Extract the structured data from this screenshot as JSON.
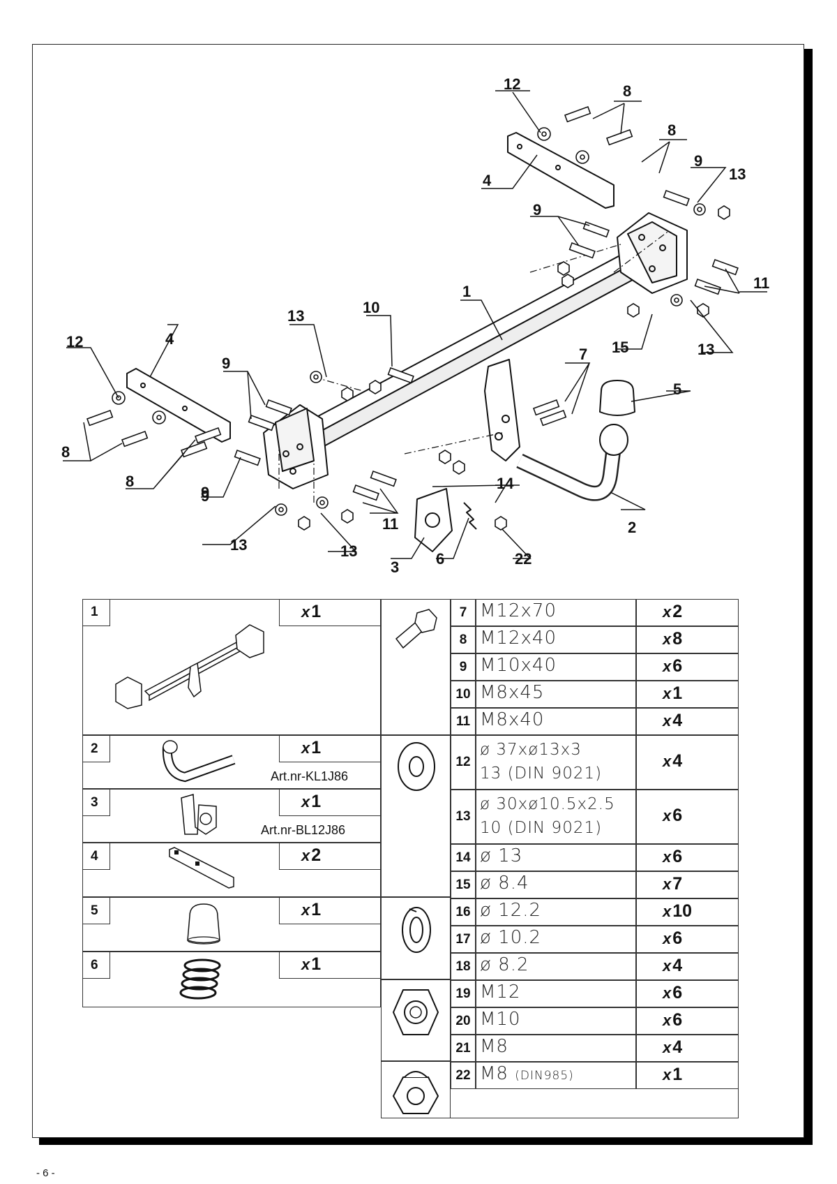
{
  "page_number": "- 6 -",
  "diagram": {
    "callouts": [
      "12",
      "8",
      "8",
      "4",
      "9",
      "13",
      "9",
      "11",
      "1",
      "13",
      "10",
      "15",
      "13",
      "12",
      "4",
      "9",
      "7",
      "5",
      "8",
      "9",
      "8",
      "14",
      "11",
      "9",
      "13",
      "13",
      "3",
      "6",
      "22",
      "2"
    ]
  },
  "parts_left": [
    {
      "num": "1",
      "qty_x": "x",
      "qty": "1",
      "art": ""
    },
    {
      "num": "2",
      "qty_x": "x",
      "qty": "1",
      "art": "Art.nr-KL1J86"
    },
    {
      "num": "3",
      "qty_x": "x",
      "qty": "1",
      "art": "Art.nr-BL12J86"
    },
    {
      "num": "4",
      "qty_x": "x",
      "qty": "2",
      "art": ""
    },
    {
      "num": "5",
      "qty_x": "x",
      "qty": "1",
      "art": ""
    },
    {
      "num": "6",
      "qty_x": "x",
      "qty": "1",
      "art": ""
    }
  ],
  "parts_right": [
    {
      "num": "7",
      "spec": "M12x70",
      "qty_x": "x",
      "qty": "2"
    },
    {
      "num": "8",
      "spec": "M12x40",
      "qty_x": "x",
      "qty": "8"
    },
    {
      "num": "9",
      "spec": "M10x40",
      "qty_x": "x",
      "qty": "6"
    },
    {
      "num": "10",
      "spec": "M8x45",
      "qty_x": "x",
      "qty": "1"
    },
    {
      "num": "11",
      "spec": "M8x40",
      "qty_x": "x",
      "qty": "4"
    },
    {
      "num": "12",
      "spec": "ø 37xø13x3",
      "spec2": "13  (DIN 9021)",
      "qty_x": "x",
      "qty": "4"
    },
    {
      "num": "13",
      "spec": "ø 30xø10.5x2.5",
      "spec2": "10  (DIN 9021)",
      "qty_x": "x",
      "qty": "6"
    },
    {
      "num": "14",
      "spec": "ø 13",
      "qty_x": "x",
      "qty": "6"
    },
    {
      "num": "15",
      "spec": "ø 8.4",
      "qty_x": "x",
      "qty": "7"
    },
    {
      "num": "16",
      "spec": "ø 12.2",
      "qty_x": "x",
      "qty": "10"
    },
    {
      "num": "17",
      "spec": "ø 10.2",
      "qty_x": "x",
      "qty": "6"
    },
    {
      "num": "18",
      "spec": "ø 8.2",
      "qty_x": "x",
      "qty": "4"
    },
    {
      "num": "19",
      "spec": "M12",
      "qty_x": "x",
      "qty": "6"
    },
    {
      "num": "20",
      "spec": "M10",
      "qty_x": "x",
      "qty": "6"
    },
    {
      "num": "21",
      "spec": "M8",
      "qty_x": "x",
      "qty": "4"
    },
    {
      "num": "22",
      "spec": "M8",
      "spec_note": "(DIN985)",
      "qty_x": "x",
      "qty": "1"
    }
  ]
}
